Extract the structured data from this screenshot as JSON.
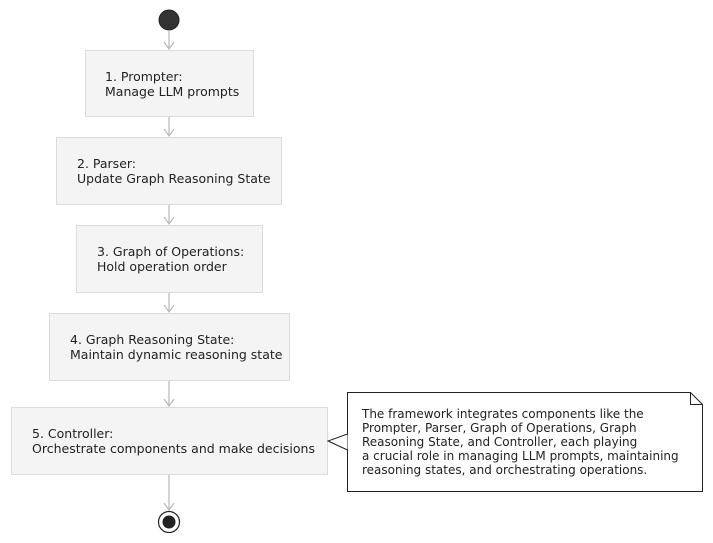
{
  "steps": [
    {
      "title": "1. Prompter:",
      "description": "Manage LLM prompts"
    },
    {
      "title": "2. Parser:",
      "description": "Update Graph Reasoning State"
    },
    {
      "title": "3. Graph of Operations:",
      "description": "Hold operation order"
    },
    {
      "title": "4. Graph Reasoning State:",
      "description": "Maintain dynamic reasoning state"
    },
    {
      "title": "5. Controller:",
      "description": "Orchestrate components and make decisions"
    }
  ],
  "note": {
    "lines": [
      "The framework integrates components like the",
      "Prompter, Parser, Graph of Operations, Graph",
      "Reasoning State, and Controller, each playing",
      "a crucial role in managing LLM prompts, maintaining",
      "reasoning states, and orchestrating operations."
    ]
  },
  "colors": {
    "node_fill": "#f4f4f4",
    "node_border": "#dcdcdc",
    "arrow": "#b8b8b8",
    "start_end": "#333333"
  }
}
